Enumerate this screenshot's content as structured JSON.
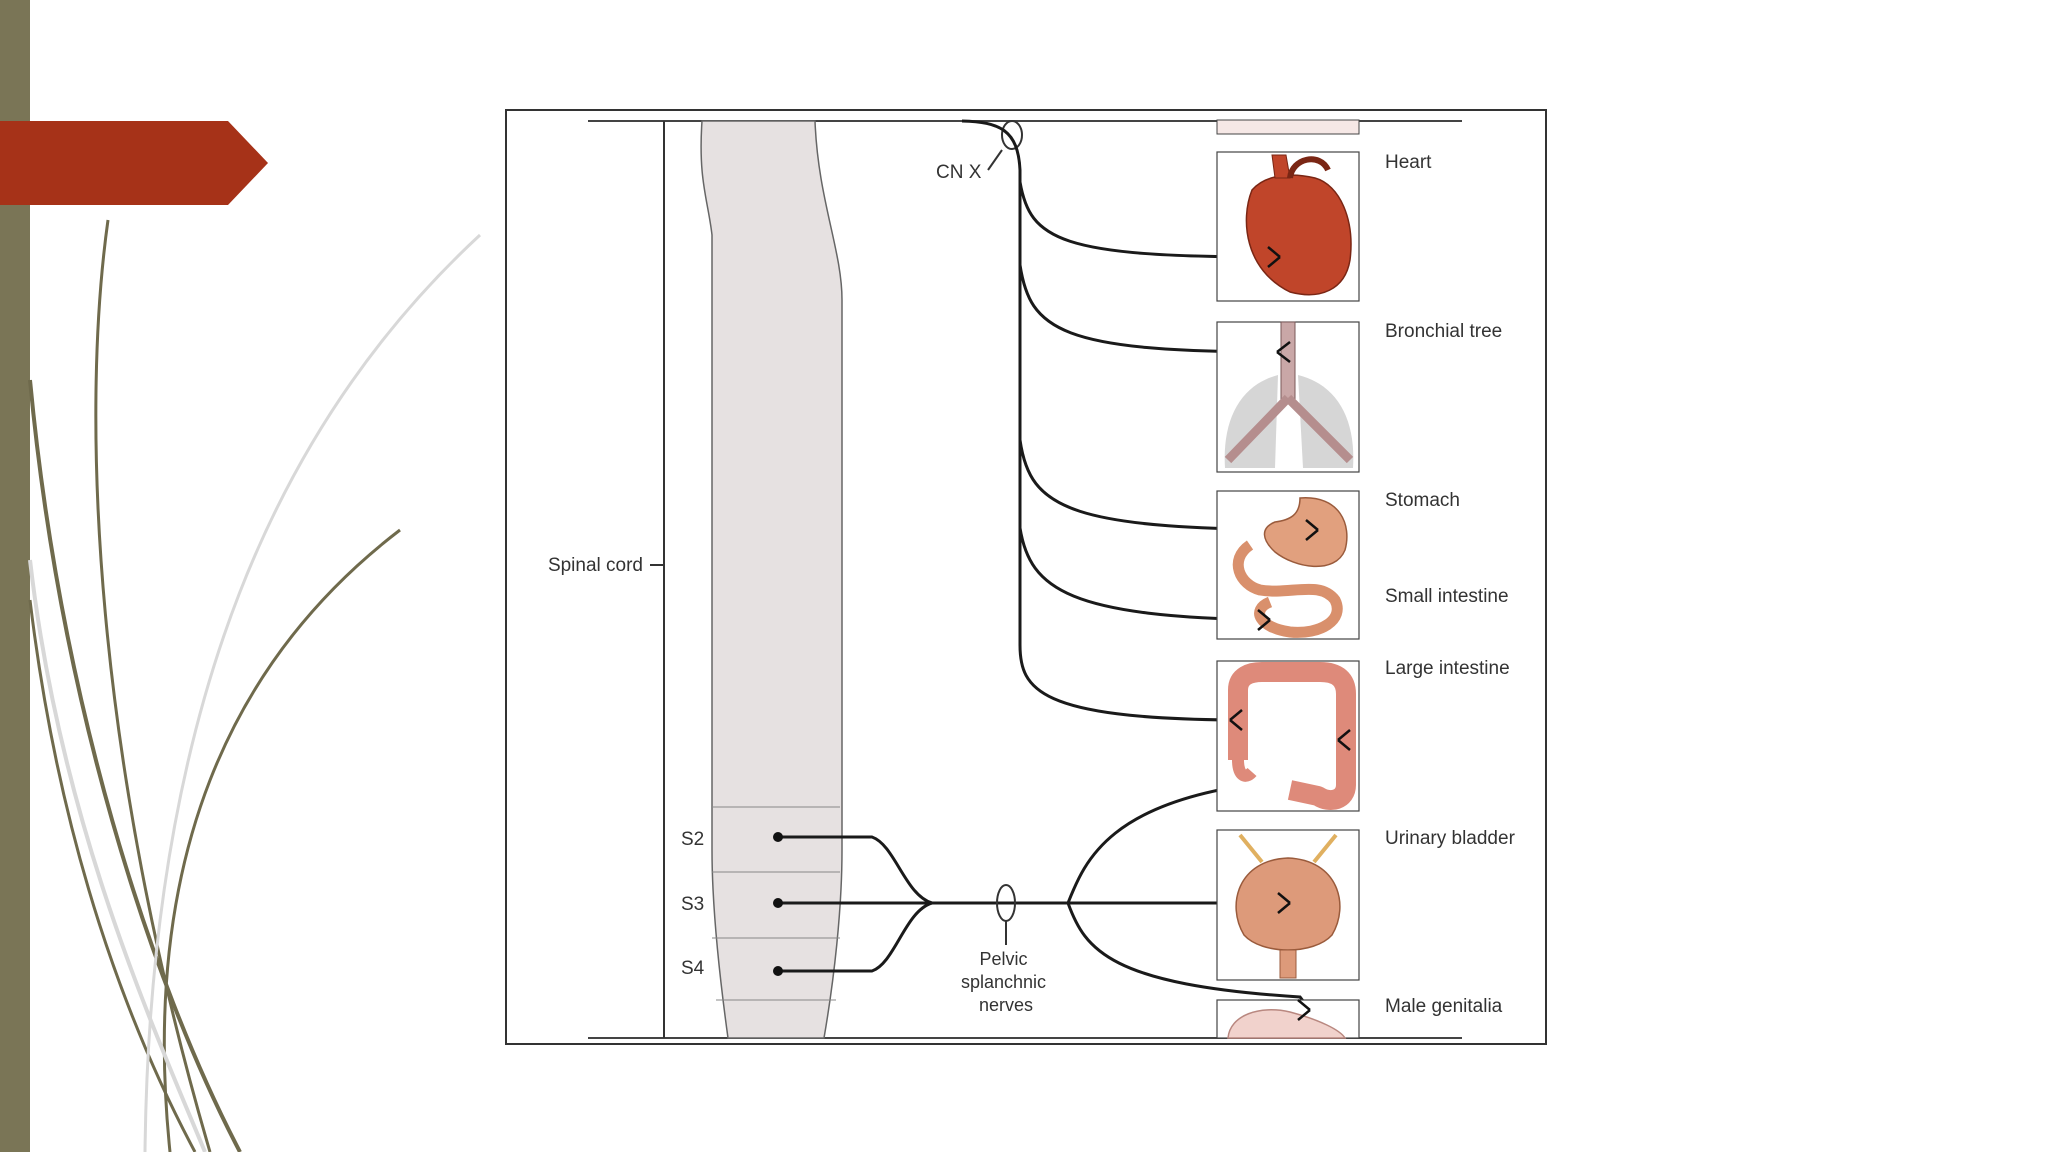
{
  "slide": {
    "accent_color": "#a63218",
    "side_bar_color": "#7a7556",
    "swoosh_color": "#6f6a4c"
  },
  "diagram": {
    "cord_label": "Spinal cord",
    "cnx_label": "CN X",
    "segments": [
      "S2",
      "S3",
      "S4"
    ],
    "pelvic_label_lines": [
      "Pelvic",
      "splanchnic",
      "nerves"
    ],
    "organs": [
      {
        "label": "Heart",
        "icon": "heart-icon"
      },
      {
        "label": "Bronchial tree",
        "icon": "lungs-icon"
      },
      {
        "label": "Stomach",
        "icon": "stomach-icon"
      },
      {
        "label": "Small intestine",
        "icon": "small-intestine-icon"
      },
      {
        "label": "Large intestine",
        "icon": "large-intestine-icon"
      },
      {
        "label": "Urinary bladder",
        "icon": "bladder-icon"
      },
      {
        "label": "Male genitalia",
        "icon": "genitalia-icon"
      }
    ]
  }
}
